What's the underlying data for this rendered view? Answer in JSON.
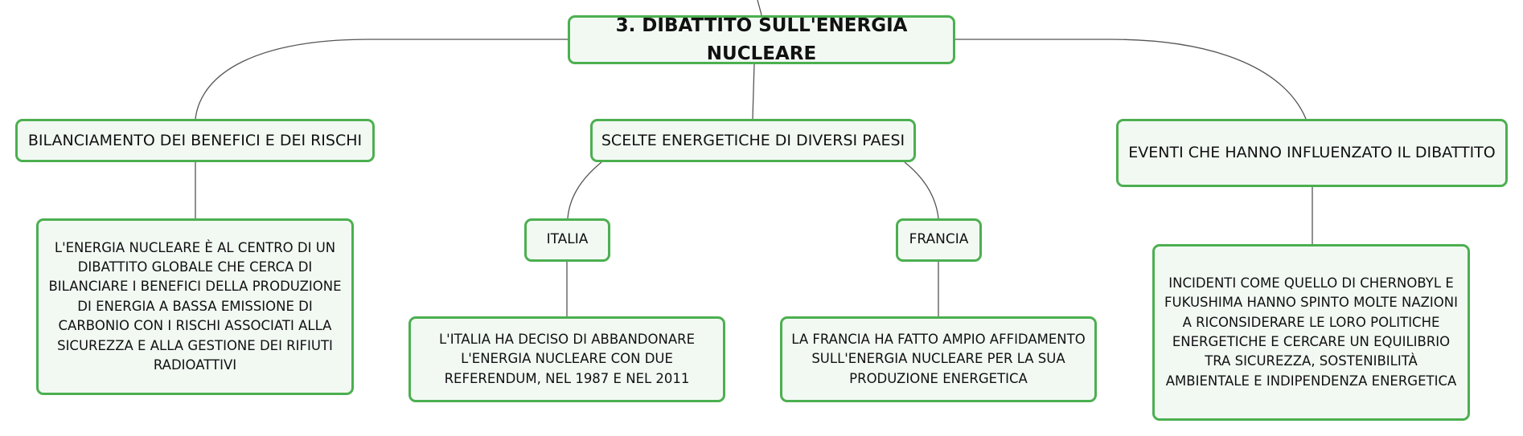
{
  "map": {
    "root": {
      "label": "3. DIBATTITO SULL'ENERGIA NUCLEARE"
    },
    "branches": [
      {
        "label": "BILANCIAMENTO DEI BENEFICI E DEI RISCHI",
        "detail": "L'ENERGIA NUCLEARE È AL CENTRO DI UN DIBATTITO GLOBALE CHE CERCA DI BILANCIARE I BENEFICI DELLA PRODUZIONE DI ENERGIA A BASSA EMISSIONE DI CARBONIO CON I RISCHI ASSOCIATI ALLA SICUREZZA E ALLA GESTIONE DEI RIFIUTI RADIOATTIVI"
      },
      {
        "label": "SCELTE ENERGETICHE DI DIVERSI PAESI",
        "countries": [
          {
            "label": "ITALIA",
            "detail": "L'ITALIA HA DECISO DI ABBANDONARE L'ENERGIA NUCLEARE CON DUE REFERENDUM, NEL 1987 E NEL 2011"
          },
          {
            "label": "FRANCIA",
            "detail": "LA FRANCIA HA FATTO AMPIO AFFIDAMENTO SULL'ENERGIA NUCLEARE PER LA SUA PRODUZIONE ENERGETICA"
          }
        ]
      },
      {
        "label": "EVENTI CHE HANNO INFLUENZATO IL DIBATTITO",
        "detail": "INCIDENTI COME QUELLO DI CHERNOBYL E FUKUSHIMA HANNO SPINTO MOLTE NAZIONI A RICONSIDERARE LE LORO POLITICHE ENERGETICHE E CERCARE UN EQUILIBRIO TRA SICUREZZA, SOSTENIBILITÀ AMBIENTALE E INDIPENDENZA ENERGETICA"
      }
    ],
    "colors": {
      "border": "#4caf50",
      "fill": "#f2f9f3",
      "connector": "#555555"
    }
  }
}
